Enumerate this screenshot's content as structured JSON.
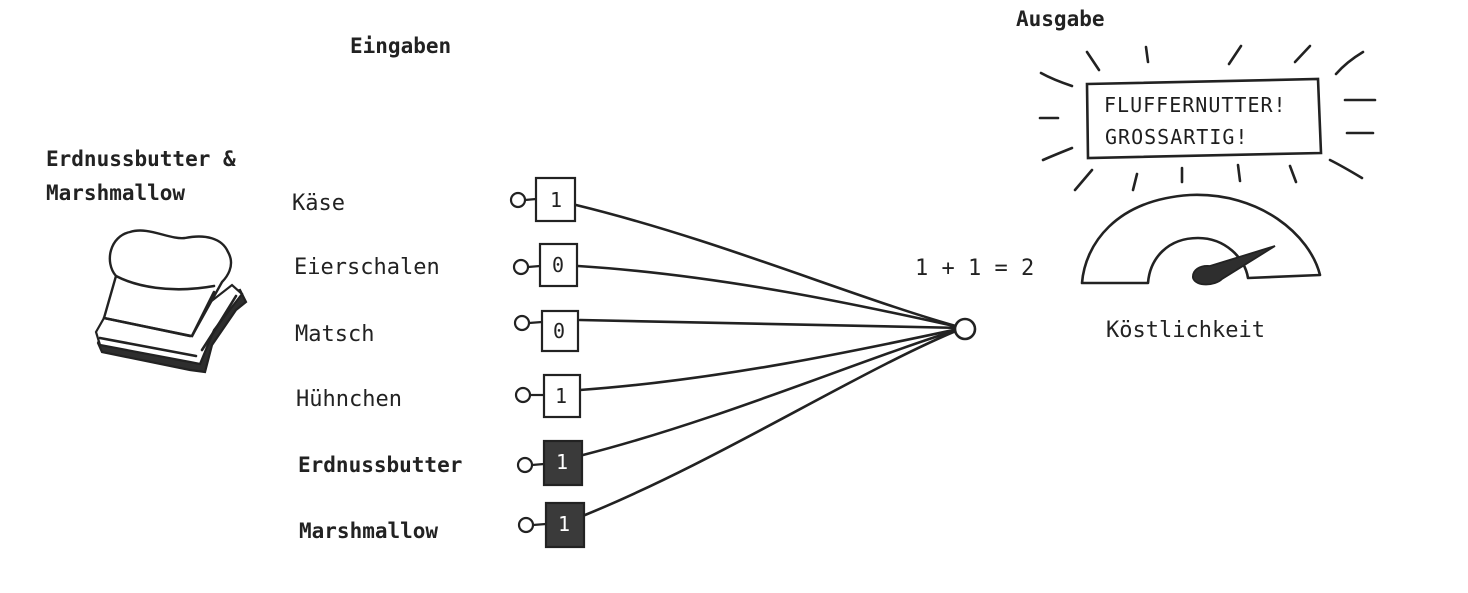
{
  "header_inputs": "Eingaben",
  "header_output": "Ausgabe",
  "sandwich_label_line1": "Erdnussbutter &",
  "sandwich_label_line2": "Marshmallow",
  "inputs": [
    {
      "label": "Käse",
      "value": "1",
      "highlighted": false
    },
    {
      "label": "Eierschalen",
      "value": "0",
      "highlighted": false
    },
    {
      "label": "Matsch",
      "value": "0",
      "highlighted": false
    },
    {
      "label": "Hühnchen",
      "value": "1",
      "highlighted": false
    },
    {
      "label": "Erdnussbutter",
      "value": "1",
      "highlighted": true
    },
    {
      "label": "Marshmallow",
      "value": "1",
      "highlighted": true
    }
  ],
  "equation": "1 + 1 = 2",
  "output_sign_line1": "FLUFFERNUTTER!",
  "output_sign_line2": "GROSSARTIG!",
  "gauge_label": "Köstlichkeit",
  "colors": {
    "ink": "#222222",
    "highlight_fill": "#3a3a3a",
    "background": "#ffffff"
  }
}
